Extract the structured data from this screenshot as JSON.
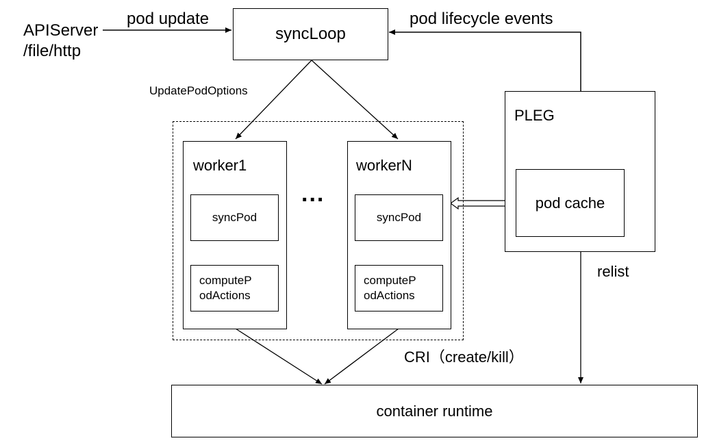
{
  "inputs": {
    "source_line1": "APIServer",
    "source_line2": "/file/http",
    "pod_update": "pod update",
    "pod_lifecycle_events": "pod lifecycle events",
    "update_pod_options": "UpdatePodOptions"
  },
  "sync_loop": {
    "label": "syncLoop"
  },
  "workers": [
    {
      "title": "worker1",
      "sync_pod": "syncPod",
      "compute_line1": "computeP",
      "compute_line2": "odActions"
    },
    {
      "title": "workerN",
      "sync_pod": "syncPod",
      "compute_line1": "computeP",
      "compute_line2": "odActions"
    }
  ],
  "ellipsis": "...",
  "pleg": {
    "title": "PLEG",
    "pod_cache": "pod cache",
    "relist": "relist"
  },
  "cri_label": "CRI（create/kill）",
  "container_runtime": {
    "label": "container runtime"
  }
}
